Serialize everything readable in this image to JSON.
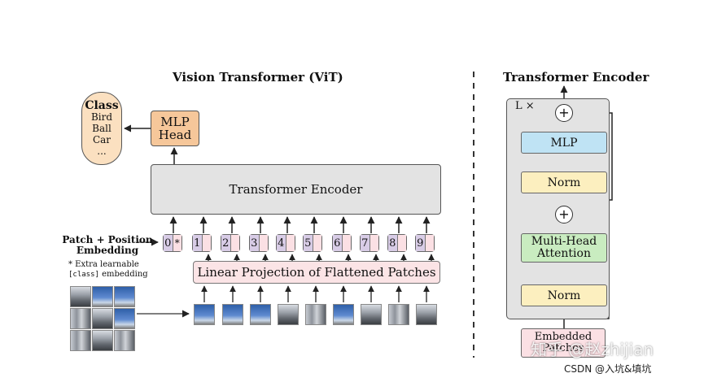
{
  "vit": {
    "title": "Vision Transformer (ViT)",
    "transformer_encoder": "Transformer Encoder",
    "mlp_head": [
      "MLP",
      "Head"
    ],
    "class_box": {
      "heading": "Class",
      "items": [
        "Bird",
        "Ball",
        "Car",
        "..."
      ]
    },
    "patch_position_label": [
      "Patch + Position",
      "Embedding"
    ],
    "extra_note": {
      "line1": "* Extra learnable",
      "mono": "[class]",
      "line2": " embedding"
    },
    "tokens": [
      "0*",
      "1",
      "2",
      "3",
      "4",
      "5",
      "6",
      "7",
      "8",
      "9"
    ],
    "linear_projection": "Linear Projection of Flattened Patches"
  },
  "encoder": {
    "title": "Transformer Encoder",
    "repeat_label": "L ×",
    "mlp": "MLP",
    "norm_upper": "Norm",
    "norm_lower": "Norm",
    "mha": [
      "Multi-Head",
      "Attention"
    ],
    "add_symbol": "+",
    "embedded_patches": [
      "Embedded",
      "Patches"
    ]
  },
  "watermark": "知乎 @赵zhijian",
  "credit": "CSDN @入坑&填坑"
}
